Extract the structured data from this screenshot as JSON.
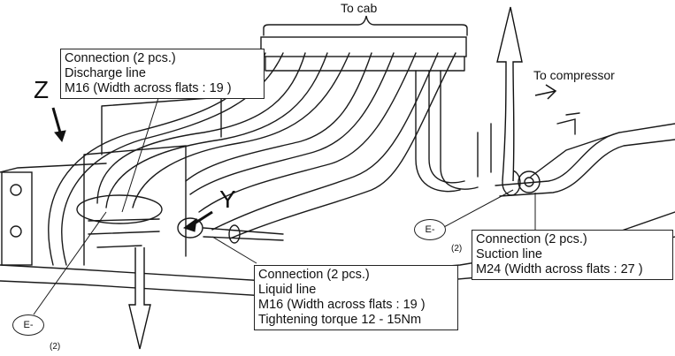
{
  "labels": {
    "to_cab": "To cab",
    "to_compressor": "To compressor",
    "z": "Z",
    "y": "Y"
  },
  "callouts": {
    "discharge": {
      "line1": "Connection (2 pcs.)",
      "line2": "Discharge line",
      "line3": "M16 (Width across flats : 19 )"
    },
    "liquid": {
      "line1": "Connection (2 pcs.)",
      "line2": "Liquid line",
      "line3": "M16 (Width across flats : 19 )",
      "line4": "Tightening torque 12 - 15Nm"
    },
    "suction": {
      "line1": "Connection (2 pcs.)",
      "line2": "Suction line",
      "line3": "M24 (Width across flats : 27 )"
    }
  },
  "markers": {
    "left": {
      "text": "E-",
      "count": "(2)"
    },
    "right": {
      "text": "E-",
      "count": "(2)"
    }
  }
}
